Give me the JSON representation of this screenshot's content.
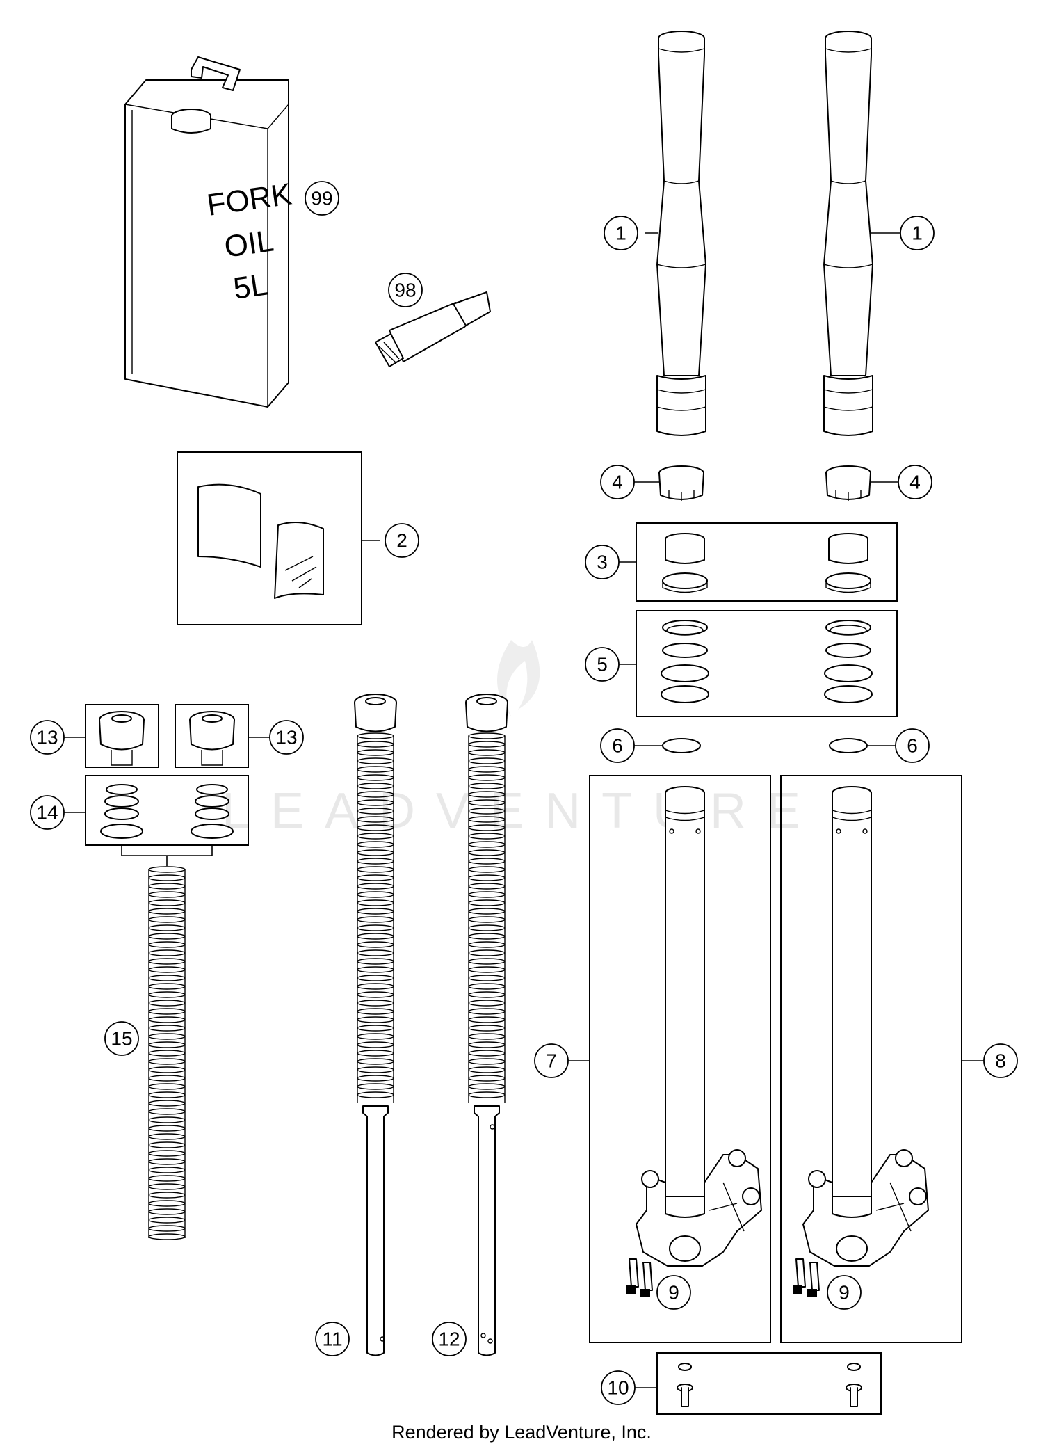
{
  "footer": {
    "text": "Rendered by LeadVenture, Inc."
  },
  "watermark": {
    "text": "LEADVENTURE"
  },
  "oil_can": {
    "line1": "FORK",
    "line2": "OIL",
    "line3": "5L"
  },
  "callouts": {
    "c1a": "1",
    "c1b": "1",
    "c2": "2",
    "c3": "3",
    "c4a": "4",
    "c4b": "4",
    "c5": "5",
    "c6a": "6",
    "c6b": "6",
    "c7": "7",
    "c8": "8",
    "c9a": "9",
    "c9b": "9",
    "c10": "10",
    "c11": "11",
    "c12": "12",
    "c13a": "13",
    "c13b": "13",
    "c14": "14",
    "c15": "15",
    "c98": "98",
    "c99": "99"
  }
}
